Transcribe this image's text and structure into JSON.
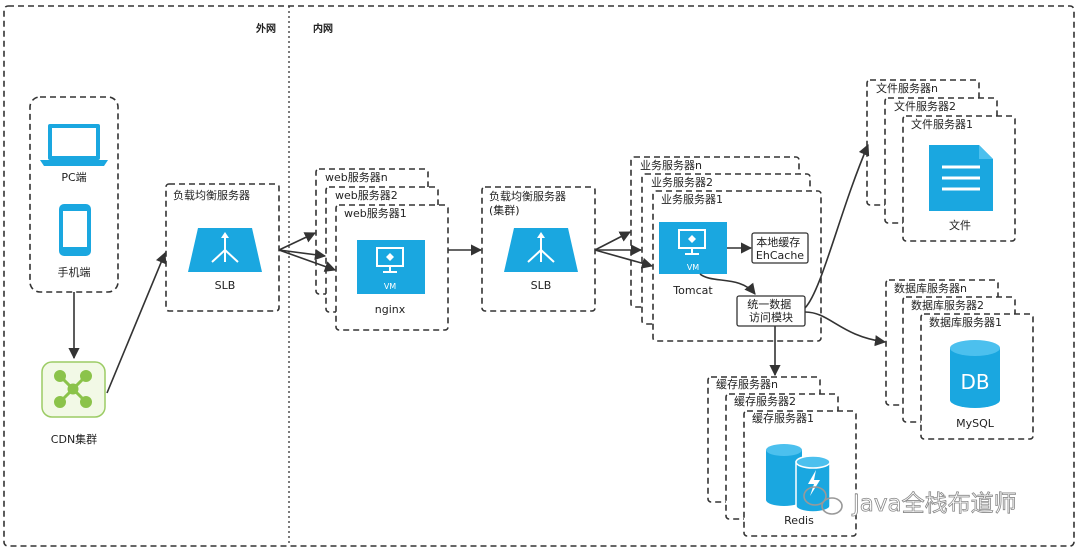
{
  "zones": {
    "external": "外网",
    "internal": "内网"
  },
  "client": {
    "pc": "PC端",
    "mobile": "手机端"
  },
  "cdn": {
    "label": "CDN集群"
  },
  "lb_outer": {
    "title": "负载均衡服务器",
    "label": "SLB"
  },
  "web": {
    "stack": [
      "web服务器n",
      "web服务器2",
      "web服务器1"
    ],
    "vm": "VM",
    "label": "nginx"
  },
  "lb_inner": {
    "title": "负载均衡服务器\n(集群)",
    "label": "SLB"
  },
  "app": {
    "stack": [
      "业务服务器n",
      "业务服务器2",
      "业务服务器1"
    ],
    "vm": "VM",
    "label": "Tomcat"
  },
  "ehcache": {
    "label": "本地缓存\nEhCache"
  },
  "dao": {
    "label": "统一数据\n访问模块"
  },
  "cache": {
    "stack": [
      "缓存服务器n",
      "缓存服务器2",
      "缓存服务器1"
    ],
    "label": "Redis"
  },
  "file": {
    "stack": [
      "文件服务器n",
      "文件服务器2",
      "文件服务器1"
    ],
    "label": "文件"
  },
  "db": {
    "stack": [
      "数据库服务器n",
      "数据库服务器2",
      "数据库服务器1"
    ],
    "icon_text": "DB",
    "label": "MySQL"
  },
  "watermark": {
    "text": "Java全栈布道师"
  },
  "colors": {
    "accent": "#1aa7e0",
    "cdn_green": "#8bc34a",
    "line": "#333333"
  }
}
